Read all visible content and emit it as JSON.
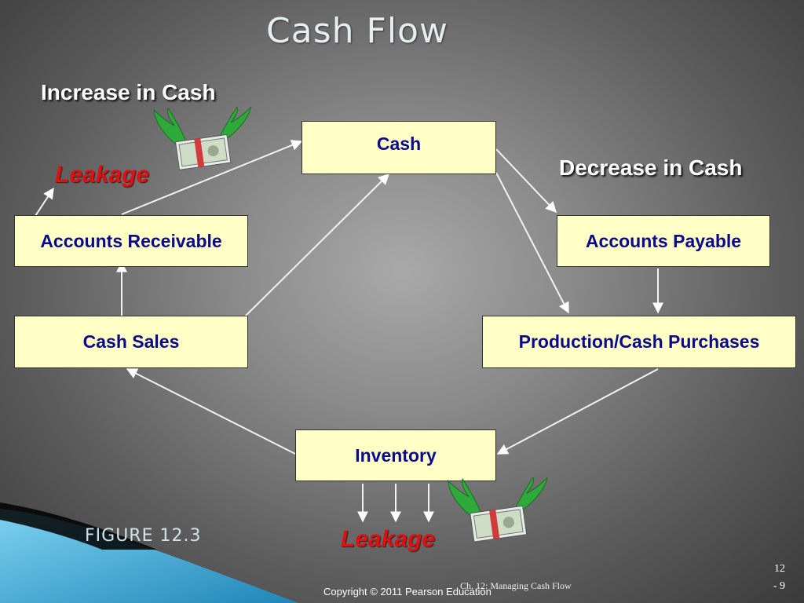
{
  "title": "Cash Flow",
  "labels": {
    "increase": "Increase in Cash",
    "decrease": "Decrease in Cash",
    "leakage_top": "Leakage",
    "leakage_bottom": "Leakage"
  },
  "boxes": {
    "cash": "Cash",
    "accounts_receivable": "Accounts Receivable",
    "accounts_payable": "Accounts Payable",
    "cash_sales": "Cash Sales",
    "production_purchases": "Production/Cash Purchases",
    "inventory": "Inventory"
  },
  "figure_label": "FIGURE 12.3",
  "footer": {
    "chapter": "Ch. 12: Managing Cash Flow",
    "copyright": "Copyright © 2011 Pearson Education",
    "page_line1": "12",
    "page_line2": "- 9"
  },
  "colors": {
    "box_fill": "#ffffc6",
    "box_text": "#0a0a8c",
    "leakage": "#e01010",
    "wing": "#2eaa3a"
  },
  "icons": [
    "flying-money-icon",
    "flying-money-icon"
  ]
}
